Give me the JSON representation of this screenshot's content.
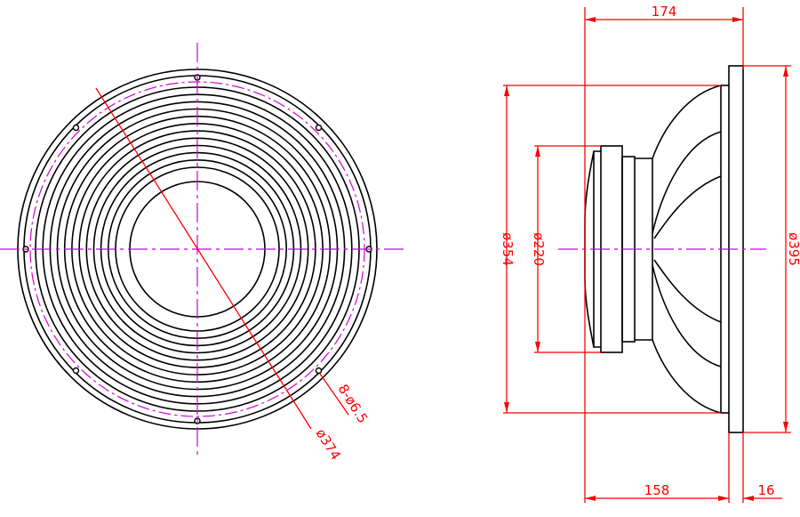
{
  "colors": {
    "outline": "#000000",
    "dimension": "#ff0000",
    "centerline": "#d400d4",
    "background": "#ffffff"
  },
  "front_view": {
    "hole_callout": "8-ø6.5",
    "bolt_circle_callout": "ø374",
    "mounting_hole_count": 8,
    "cone_ring_count": 12
  },
  "side_view": {
    "dimensions": {
      "overall_depth": "174",
      "frame_depth": "158",
      "flange_thickness": "16",
      "cone_diameter": "ø354",
      "magnet_diameter": "ø220",
      "overall_diameter": "ø395"
    }
  }
}
